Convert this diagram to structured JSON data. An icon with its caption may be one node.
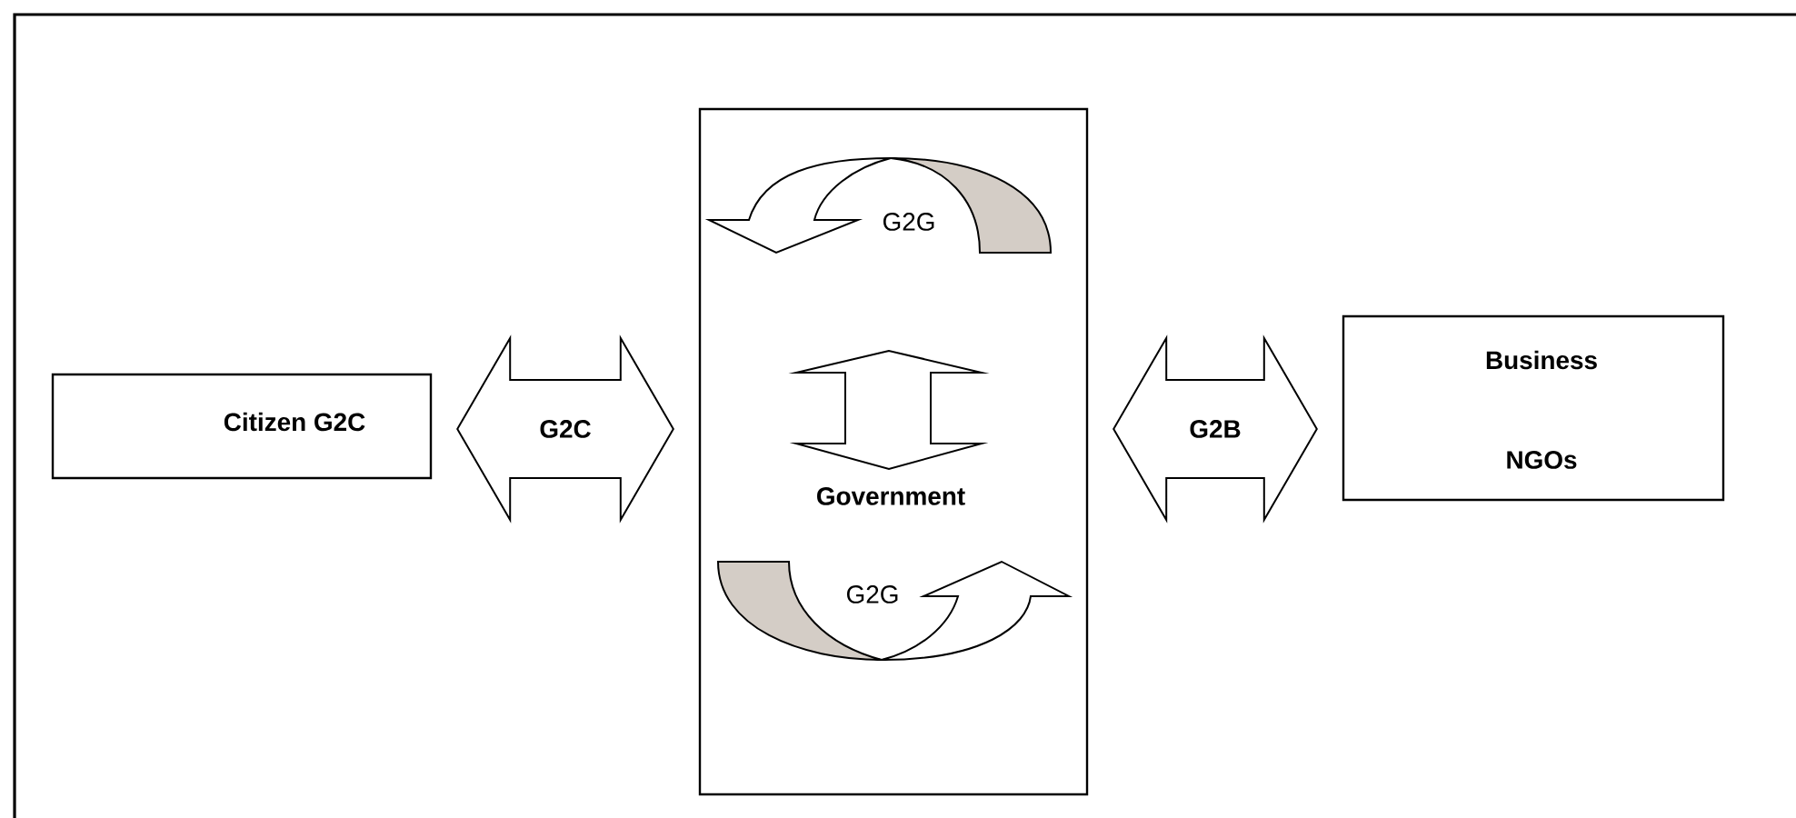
{
  "diagram": {
    "nodes": [
      {
        "text": [
          "Citizen G2C"
        ]
      },
      {
        "text": [
          "Government"
        ]
      },
      {
        "text": [
          "Business",
          "NGOs"
        ]
      }
    ],
    "edges": [
      {
        "from": 0,
        "to": 1,
        "arrow": "both",
        "label": "G2C"
      },
      {
        "from": 1,
        "to": 2,
        "arrow": "both",
        "label": "G2B"
      }
    ],
    "labels": [
      "G2G",
      "G2G"
    ]
  }
}
